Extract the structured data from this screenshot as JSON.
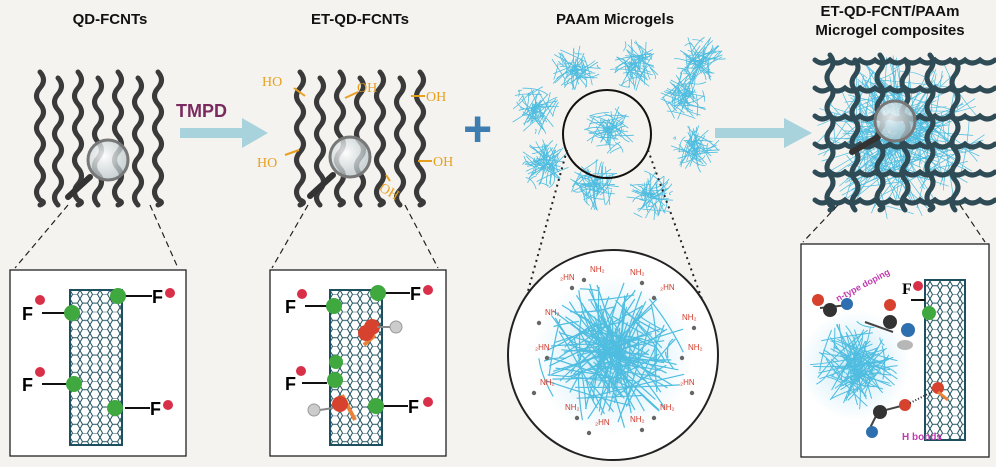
{
  "titles": {
    "qd": "QD-FCNTs",
    "et": "ET-QD-FCNTs",
    "paam": "PAAm Microgels",
    "comp_line1": "ET-QD-FCNT/PAAm",
    "comp_line2": "Microgel composites"
  },
  "reagent": "TMPD",
  "plus": "+",
  "groups": {
    "hydroxyl": "HO",
    "hydroxyl_r": "OH",
    "fluorine": "F",
    "amine": "NH₂",
    "amine_flipped": "₂HN"
  },
  "annotations": {
    "n_type_doping": "n-type doping",
    "h_bonds": "H bonds"
  },
  "colors": {
    "background": "#f4f3ef",
    "tube": "#1d4f5e",
    "hydroxyl": "#e8a020",
    "arrow": "#a9d3dc",
    "reagent": "#7a2a5e",
    "plus": "#3d7db0",
    "gel": "#4fbde0",
    "amine": "#d23a2a",
    "positive_charge": "#3fa83f",
    "negative_charge": "#d9304a",
    "annotation": "#c23bb0"
  }
}
